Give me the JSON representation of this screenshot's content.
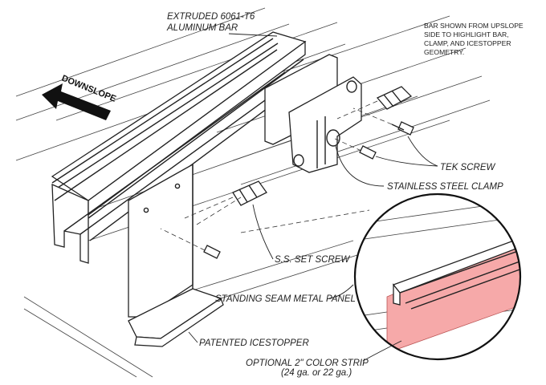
{
  "labels": {
    "bar": [
      "EXTRUDED 6061-T6",
      "ALUMINUM BAR"
    ],
    "note": [
      "BAR SHOWN FROM UPSLOPE",
      "SIDE TO HIGHLIGHT BAR,",
      "CLAMP, AND ICESTOPPER",
      "GEOMETRY."
    ],
    "downslope": "DOWNSLOPE",
    "tek_screw": "TEK SCREW",
    "clamp": "STAINLESS STEEL CLAMP",
    "set_screw": "S.S. SET SCREW",
    "panel": "STANDING SEAM METAL PANEL",
    "icestopper": "PATENTED ICESTOPPER",
    "strip": [
      "OPTIONAL 2\" COLOR STRIP",
      "(24 ga. or 22 ga.)"
    ]
  },
  "colors": {
    "color_strip": "#f6a9a9",
    "line": "#222222"
  },
  "icons": {
    "downslope_arrow": "arrow-left-icon"
  }
}
